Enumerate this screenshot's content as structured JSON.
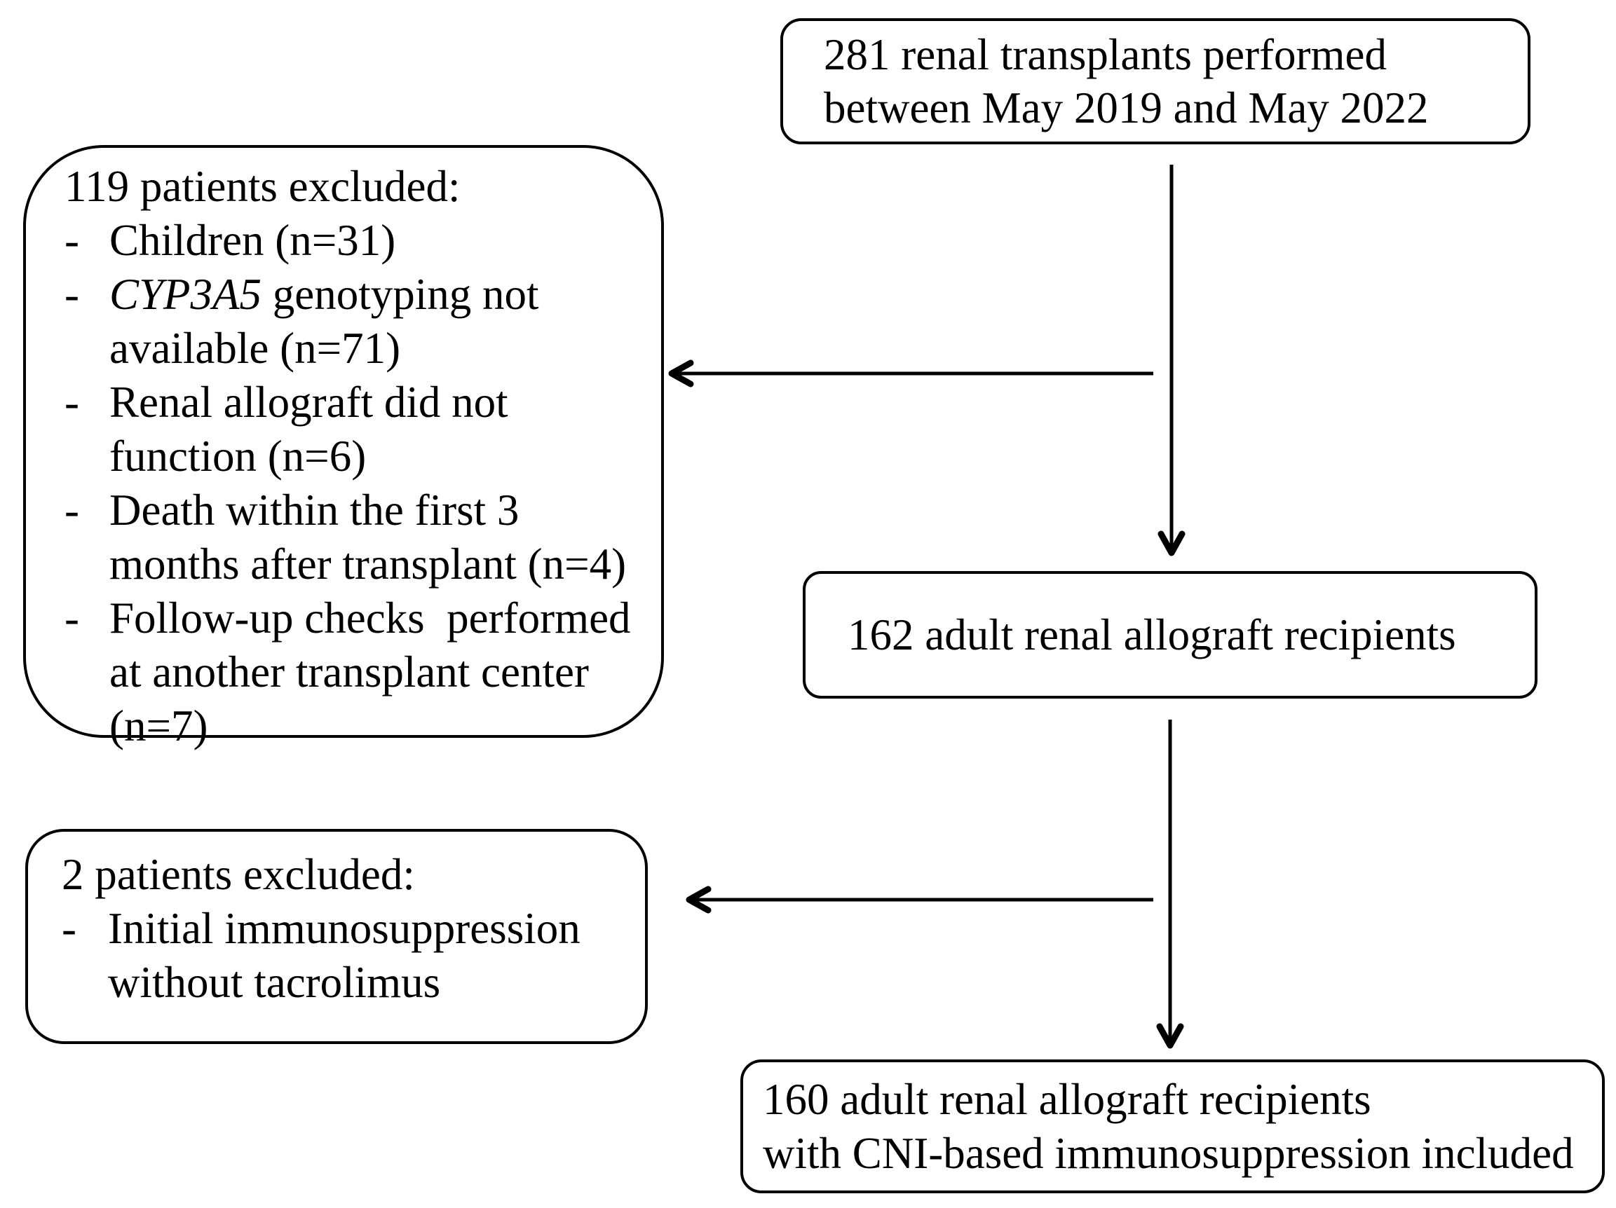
{
  "figure": {
    "kind": "patient-flow-diagram",
    "background_color": "#ffffff",
    "line_color": "#000000",
    "top_box": {
      "line1": "281 renal transplants performed",
      "line2": "between May 2019 and May 2022"
    },
    "exclusion_box_1": {
      "heading": "119 patients excluded:",
      "items": [
        {
          "marker": "-",
          "line1": "Children (n=31)"
        },
        {
          "marker": "-",
          "gene": "CYP3A5",
          "line1_rest": " genotyping not",
          "line2": "available (n=71)"
        },
        {
          "marker": "-",
          "line1": "Renal allograft did not",
          "line2": "function (n=6)"
        },
        {
          "marker": "-",
          "line1": "Death within the first 3",
          "line2": "months after transplant (n=4)"
        },
        {
          "marker": "-",
          "line1": "Follow-up checks  performed",
          "line2": "at another transplant center",
          "line3": "(n=7)"
        }
      ]
    },
    "middle_box": {
      "line1": "162 adult renal allograft recipients"
    },
    "exclusion_box_2": {
      "heading": "2 patients excluded:",
      "items": [
        {
          "marker": "-",
          "line1": "Initial immunosuppression",
          "line2": "without tacrolimus"
        }
      ]
    },
    "bottom_box": {
      "line1": "160 adult renal allograft recipients",
      "line2": "with CNI-based immunosuppression included"
    }
  }
}
